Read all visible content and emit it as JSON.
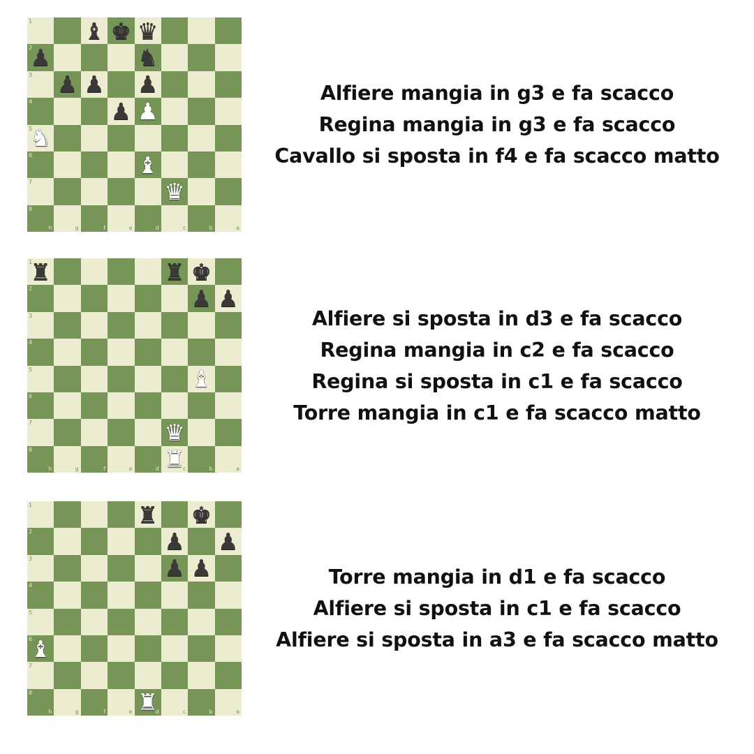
{
  "colors": {
    "light_square": "#ebecd0",
    "dark_square": "#779556",
    "text": "#111111"
  },
  "puzzles": [
    {
      "rank_labels": [
        "1",
        "2",
        "3",
        "4",
        "5",
        "6",
        "7",
        "8"
      ],
      "file_labels": [
        "h",
        "g",
        "f",
        "e",
        "d",
        "c",
        "b",
        "a"
      ],
      "pieces": [
        {
          "row": 0,
          "col": 2,
          "piece": "bishop",
          "color": "black"
        },
        {
          "row": 0,
          "col": 3,
          "piece": "king",
          "color": "black"
        },
        {
          "row": 0,
          "col": 4,
          "piece": "queen",
          "color": "black"
        },
        {
          "row": 1,
          "col": 0,
          "piece": "pawn",
          "color": "black"
        },
        {
          "row": 1,
          "col": 4,
          "piece": "knight",
          "color": "black"
        },
        {
          "row": 2,
          "col": 1,
          "piece": "pawn",
          "color": "black"
        },
        {
          "row": 2,
          "col": 2,
          "piece": "pawn",
          "color": "black"
        },
        {
          "row": 2,
          "col": 4,
          "piece": "pawn",
          "color": "black"
        },
        {
          "row": 3,
          "col": 3,
          "piece": "pawn",
          "color": "black"
        },
        {
          "row": 3,
          "col": 4,
          "piece": "pawn",
          "color": "white"
        },
        {
          "row": 4,
          "col": 0,
          "piece": "knight",
          "color": "white"
        },
        {
          "row": 5,
          "col": 4,
          "piece": "bishop",
          "color": "white"
        },
        {
          "row": 6,
          "col": 5,
          "piece": "queen",
          "color": "white"
        }
      ],
      "moves": [
        "Alfiere mangia in g3 e fa scacco",
        "Regina mangia in g3 e fa scacco",
        "Cavallo si sposta in f4 e fa scacco matto"
      ]
    },
    {
      "rank_labels": [
        "1",
        "2",
        "3",
        "4",
        "5",
        "6",
        "7",
        "8"
      ],
      "file_labels": [
        "h",
        "g",
        "f",
        "e",
        "d",
        "c",
        "b",
        "a"
      ],
      "pieces": [
        {
          "row": 0,
          "col": 0,
          "piece": "rook",
          "color": "black"
        },
        {
          "row": 0,
          "col": 5,
          "piece": "rook",
          "color": "black"
        },
        {
          "row": 0,
          "col": 6,
          "piece": "king",
          "color": "black"
        },
        {
          "row": 1,
          "col": 6,
          "piece": "pawn",
          "color": "black"
        },
        {
          "row": 1,
          "col": 7,
          "piece": "pawn",
          "color": "black"
        },
        {
          "row": 4,
          "col": 6,
          "piece": "bishop",
          "color": "white"
        },
        {
          "row": 6,
          "col": 5,
          "piece": "queen",
          "color": "white"
        },
        {
          "row": 7,
          "col": 5,
          "piece": "rook",
          "color": "white"
        }
      ],
      "moves": [
        "Alfiere si sposta in d3 e fa scacco",
        "Regina mangia in c2 e fa scacco",
        "Regina si sposta in c1 e fa scacco",
        "Torre mangia in c1 e fa scacco matto"
      ]
    },
    {
      "rank_labels": [
        "1",
        "2",
        "3",
        "4",
        "5",
        "6",
        "7",
        "8"
      ],
      "file_labels": [
        "h",
        "g",
        "f",
        "e",
        "d",
        "c",
        "b",
        "a"
      ],
      "pieces": [
        {
          "row": 0,
          "col": 4,
          "piece": "rook",
          "color": "black"
        },
        {
          "row": 0,
          "col": 6,
          "piece": "king",
          "color": "black"
        },
        {
          "row": 1,
          "col": 5,
          "piece": "pawn",
          "color": "black"
        },
        {
          "row": 1,
          "col": 7,
          "piece": "pawn",
          "color": "black"
        },
        {
          "row": 2,
          "col": 5,
          "piece": "pawn",
          "color": "black"
        },
        {
          "row": 2,
          "col": 6,
          "piece": "pawn",
          "color": "black"
        },
        {
          "row": 5,
          "col": 0,
          "piece": "bishop",
          "color": "white"
        },
        {
          "row": 7,
          "col": 4,
          "piece": "rook",
          "color": "white"
        }
      ],
      "moves": [
        "Torre mangia in d1 e fa scacco",
        "Alfiere si sposta in c1 e fa scacco",
        "Alfiere si sposta in a3 e fa scacco matto"
      ]
    }
  ]
}
